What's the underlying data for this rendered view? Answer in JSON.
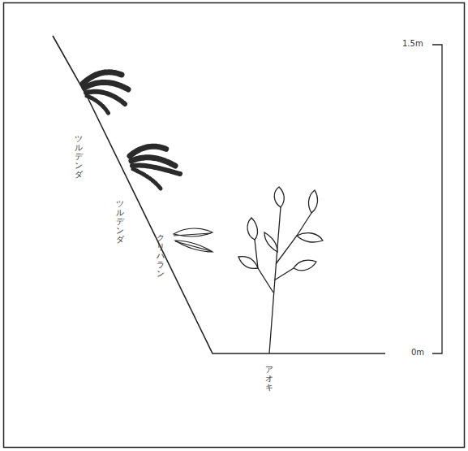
{
  "diagram": {
    "labels": [
      "1.5m",
      "0m",
      "ツルデンダ",
      "ツルデンダ",
      "クリハラン",
      "アオキ"
    ]
  }
}
